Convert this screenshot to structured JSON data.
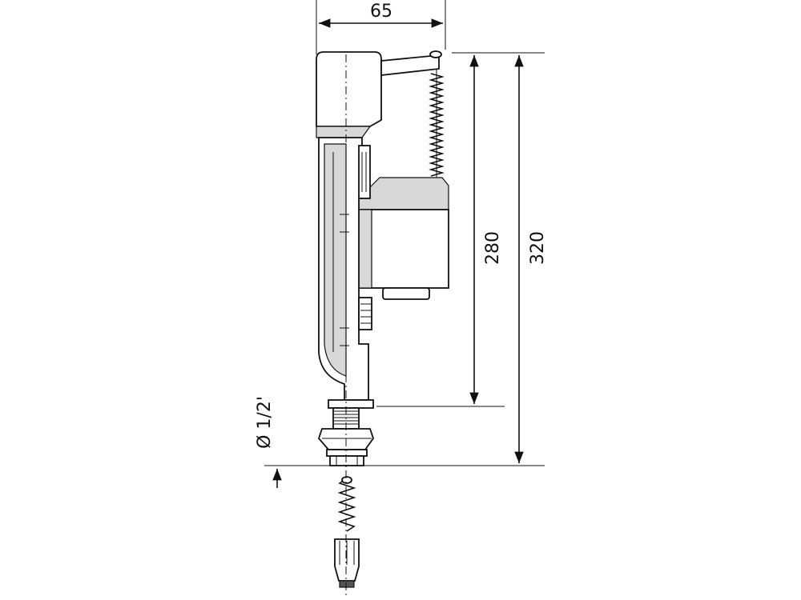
{
  "dimensions": {
    "width_label": "65",
    "height_inner_label": "280",
    "height_outer_label": "320",
    "thread_label": "Ø 1/2'"
  },
  "colors": {
    "line": "#111111",
    "fill": "#ffffff",
    "shade": "#d8d8d8",
    "dark": "#555555"
  }
}
